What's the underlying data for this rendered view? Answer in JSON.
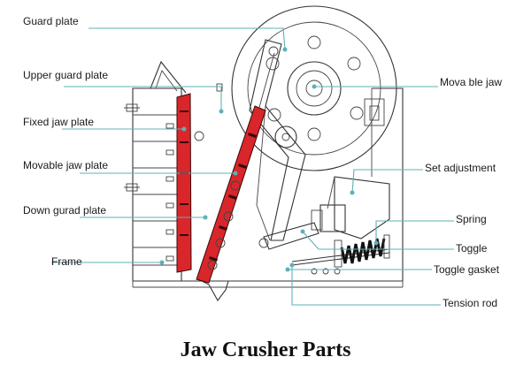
{
  "labels": {
    "guard_plate": "Guard plate",
    "upper_guard_plate": "Upper guard plate",
    "fixed_jaw_plate": "Fixed jaw plate",
    "movable_jaw_plate": "Movable jaw plate",
    "down_guard_plate": "Down gurad plate",
    "frame": "Frame",
    "movable_jaw": "Mova ble jaw",
    "set_adjustment": "Set adjustment",
    "spring": "Spring",
    "toggle": "Toggle",
    "toggle_gasket": "Toggle gasket",
    "tension_rod": "Tension rod"
  },
  "title": "Jaw Crusher Parts",
  "colors": {
    "jaw_plate": "#d9262b",
    "leader": "#5fb0b7",
    "line": "#333333"
  }
}
